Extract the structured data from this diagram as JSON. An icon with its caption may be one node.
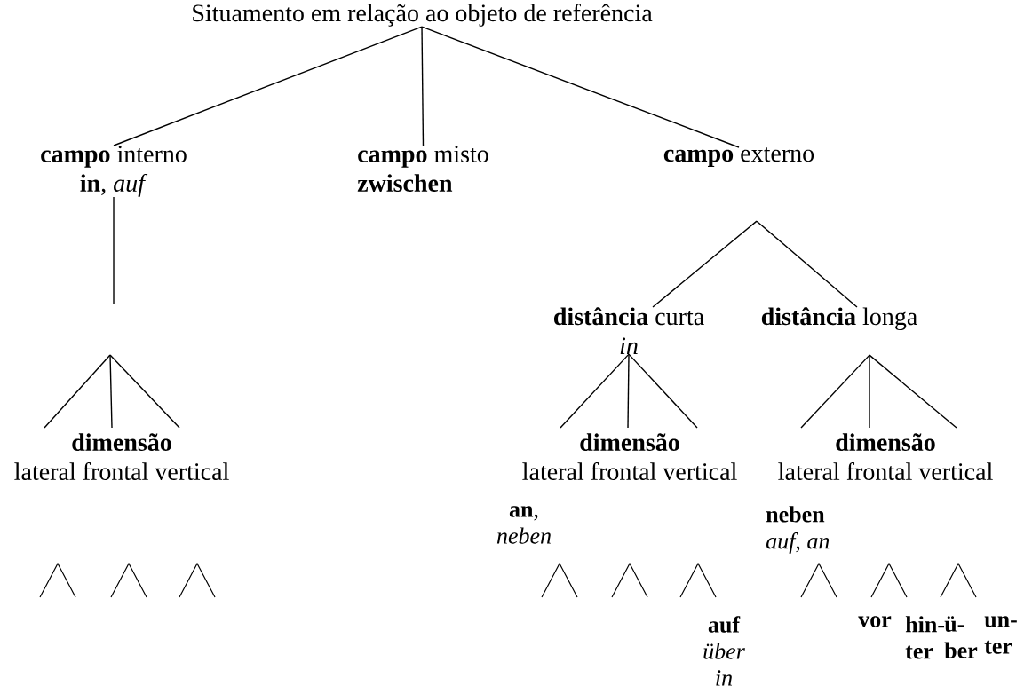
{
  "diagram": {
    "nodes": [
      {
        "text": [
          "Situamento em relação ao objeto de referência"
        ]
      },
      {
        "text": [
          "**campo** interno",
          "**in**, *auf*"
        ]
      },
      {
        "text": [
          "**campo** misto",
          "zwischen"
        ]
      },
      {
        "text": [
          "**campo** externo"
        ]
      },
      {
        "text": [
          "**distância** curta",
          "in"
        ]
      },
      {
        "text": [
          "**distância** longa"
        ]
      },
      {
        "text": [
          "dimensão",
          "lateral frontal vertical"
        ]
      },
      {
        "text": [
          "dimensão",
          "lateral frontal vertical"
        ]
      },
      {
        "text": [
          "dimensão",
          "lateral frontal vertical"
        ]
      }
    ],
    "edges": [
      {
        "from": 0,
        "to": 1,
        "arrow": "none"
      },
      {
        "from": 0,
        "to": 2,
        "arrow": "none"
      },
      {
        "from": 0,
        "to": 3,
        "arrow": "none"
      },
      {
        "from": 1,
        "to": null,
        "arrow": "none"
      },
      {
        "from": null,
        "to": 6,
        "arrow": "none"
      },
      {
        "from": null,
        "to": 6,
        "arrow": "none"
      },
      {
        "from": null,
        "to": 6,
        "arrow": "none"
      },
      {
        "from": 3,
        "to": 4,
        "arrow": "none"
      },
      {
        "from": 3,
        "to": 5,
        "arrow": "none"
      },
      {
        "from": 4,
        "to": 7,
        "arrow": "none"
      },
      {
        "from": 4,
        "to": 7,
        "arrow": "none"
      },
      {
        "from": 4,
        "to": 7,
        "arrow": "none"
      },
      {
        "from": 5,
        "to": 8,
        "arrow": "none"
      },
      {
        "from": 5,
        "to": 8,
        "arrow": "none"
      },
      {
        "from": 5,
        "to": 8,
        "arrow": "none"
      }
    ],
    "labels": [
      "**an**, *neben*",
      "**neben** *auf*, *an*",
      "**auf** *über* *in*",
      "vor",
      "hin-ter",
      "ü-ber",
      "un-ter"
    ]
  }
}
